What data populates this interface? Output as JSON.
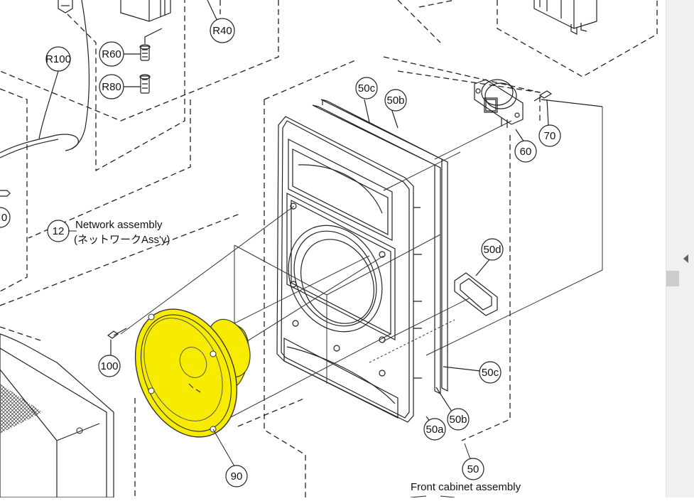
{
  "callouts": {
    "r40": "R40",
    "r60": "R60",
    "r80": "R80",
    "r100": "R100",
    "c12": "12",
    "c50": "50",
    "c50a": "50a",
    "c50b_top": "50b",
    "c50b_bot": "50b",
    "c50c_top": "50c",
    "c50c_right": "50c",
    "c50d": "50d",
    "c60": "60",
    "c70": "70",
    "c90": "90",
    "c100": "100",
    "c_left": "0"
  },
  "labels": {
    "network_en": "Network assembly",
    "network_jp": "(ネットワークAss'y)",
    "front_cabinet_en": "Front cabinet assembly"
  },
  "colors": {
    "highlight": "#f7ec00",
    "line": "#222222"
  },
  "ui": {
    "scroll_arrow_icon": "chevron-left-icon"
  }
}
